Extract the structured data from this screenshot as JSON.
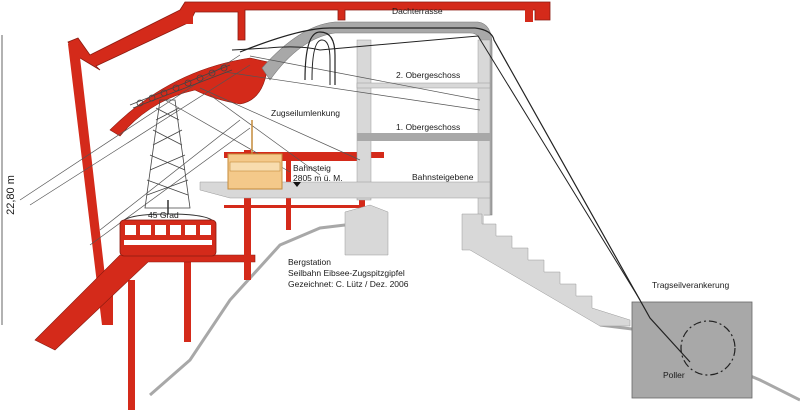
{
  "labels": {
    "terrace": "Dachterrasse",
    "floor2": "2. Obergeschoss",
    "floor1": "1. Obergeschoss",
    "cable_deflection": "Zugseilumlenkung",
    "platform_level": "Bahnsteigebene",
    "platform_line1": "Bahnsteig",
    "platform_line2": "2805 m ü. M.",
    "angle": "45 Grad",
    "station_line1": "Bergstation",
    "station_line2": "Seilbahn Eibsee-Zugspitzgipfel",
    "station_line3": "Gezeichnet: C. Lütz / Dez. 2006",
    "anchoring": "Tragseilverankerung",
    "bollard": "Poller",
    "height": "22,80 m"
  },
  "colors": {
    "steel_red": "#d42a1a",
    "concrete_grey": "#a8a8a8",
    "light_grey": "#d8d8d8",
    "cabin_tan": "#f4c98a",
    "cable": "#222222"
  }
}
